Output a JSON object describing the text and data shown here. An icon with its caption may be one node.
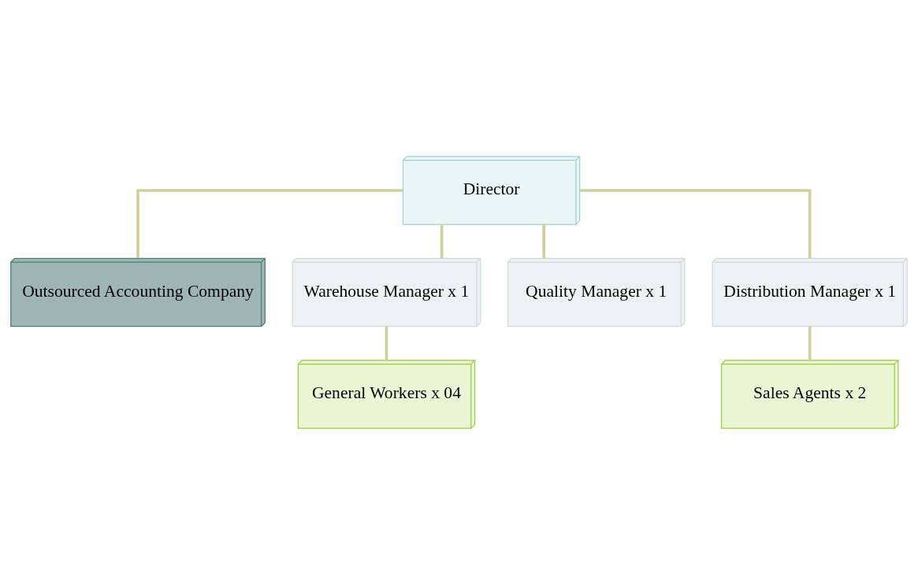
{
  "diagram": {
    "nodes": [
      {
        "text": [
          "Director"
        ]
      },
      {
        "text": [
          "Outsourced Accounting Company"
        ]
      },
      {
        "text": [
          "Warehouse Manager x 1"
        ]
      },
      {
        "text": [
          "Quality Manager x 1"
        ]
      },
      {
        "text": [
          "Distribution Manager x 1"
        ]
      },
      {
        "text": [
          "General Workers x 04"
        ]
      },
      {
        "text": [
          "Sales Agents x 2"
        ]
      }
    ],
    "edges": [
      {
        "from": 0,
        "to": 1,
        "arrow": "none"
      },
      {
        "from": 0,
        "to": 2,
        "arrow": "none"
      },
      {
        "from": 0,
        "to": 3,
        "arrow": "none"
      },
      {
        "from": 0,
        "to": 4,
        "arrow": "none"
      },
      {
        "from": 2,
        "to": 5,
        "arrow": "none"
      },
      {
        "from": 4,
        "to": 6,
        "arrow": "none"
      }
    ]
  }
}
